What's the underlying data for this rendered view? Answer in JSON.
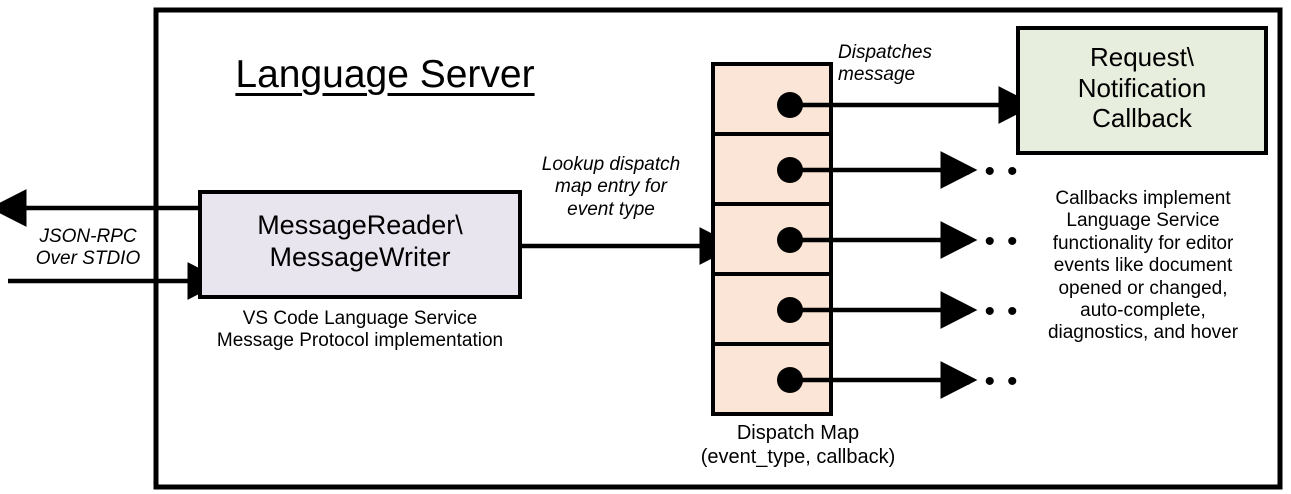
{
  "diagram": {
    "frame_label": "Language Server",
    "boxes": {
      "message_io": {
        "title": "MessageReader\\\nMessageWriter",
        "caption": "VS Code Language Service\nMessage Protocol implementation",
        "fill": "#E9E5EF",
        "stroke": "#000000"
      },
      "callback": {
        "title": "Request\\\nNotification\nCallback",
        "caption": "Callbacks implement Language Service functionality for editor events like document opened or changed, auto-complete, diagnostics, and hover",
        "caption_lines": "Callbacks implement\nLanguage Service\nfunctionality for editor\nevents like document\nopened or changed,\nauto-complete,\ndiagnostics, and hover",
        "fill": "#E8EEDE",
        "stroke": "#000000"
      },
      "dispatch_map": {
        "caption": "Dispatch Map\n(event_type, callback)",
        "fill": "#FBE5D6",
        "stroke": "#000000",
        "cell_count": 5,
        "cells": [
          {
            "index": 1,
            "has_dot": true,
            "outgoing": "callback-box"
          },
          {
            "index": 2,
            "has_dot": true,
            "outgoing": "ellipsis"
          },
          {
            "index": 3,
            "has_dot": true,
            "outgoing": "ellipsis"
          },
          {
            "index": 4,
            "has_dot": true,
            "outgoing": "ellipsis"
          },
          {
            "index": 5,
            "has_dot": true,
            "outgoing": "ellipsis"
          }
        ]
      }
    },
    "edge_labels": {
      "stdio": "JSON-RPC\nOver STDIO",
      "lookup": "Lookup dispatch\nmap entry for\nevent type",
      "dispatches": "Dispatches\nmessage"
    },
    "ellipsis_glyph": "• • •",
    "colors": {
      "line": "#000000",
      "background": "#FFFFFF",
      "lavender": "#E9E5EF",
      "peach": "#FBE5D6",
      "green": "#E8EEDE"
    }
  }
}
